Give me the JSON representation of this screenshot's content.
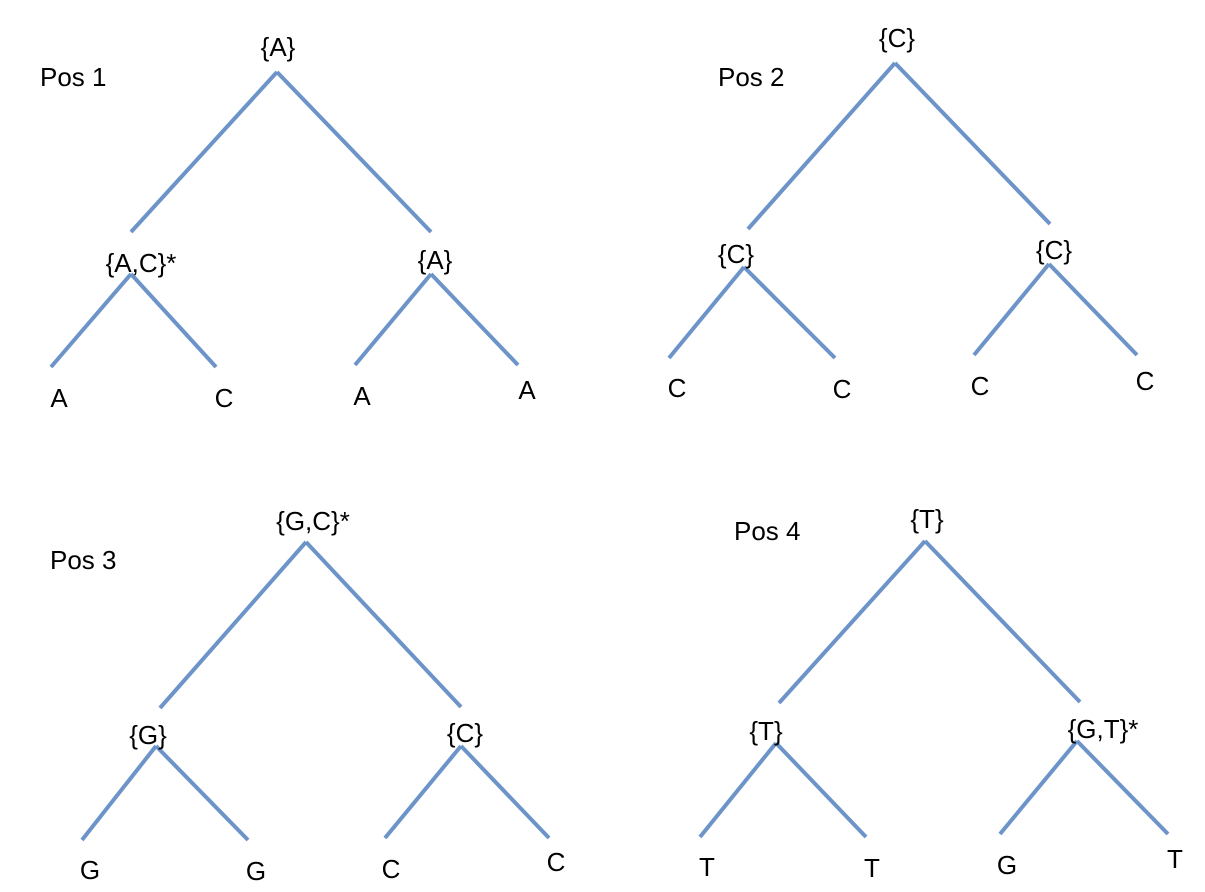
{
  "trees": [
    {
      "title": "Pos 1",
      "root": "{A}",
      "left_internal": "{A,C}*",
      "right_internal": "{A}",
      "leaves": [
        "A",
        "C",
        "A",
        "A"
      ]
    },
    {
      "title": "Pos 2",
      "root": "{C}",
      "left_internal": "{C}",
      "right_internal": "{C}",
      "leaves": [
        "C",
        "C",
        "C",
        "C"
      ]
    },
    {
      "title": "Pos 3",
      "root": "{G,C}*",
      "left_internal": "{G}",
      "right_internal": "{C}",
      "leaves": [
        "G",
        "G",
        "C",
        "C"
      ]
    },
    {
      "title": "Pos 4",
      "root": "{T}",
      "left_internal": "{T}",
      "right_internal": "{G,T}*",
      "leaves": [
        "T",
        "T",
        "G",
        "T"
      ]
    }
  ],
  "colors": {
    "edge": "#6d94c9",
    "text": "#000000"
  }
}
